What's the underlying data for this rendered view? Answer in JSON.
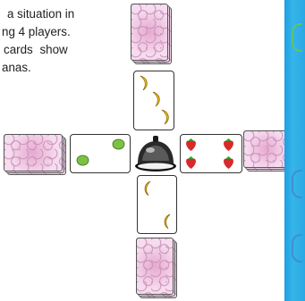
{
  "caption": {
    "line1": "a situation in",
    "line2": "ng 4 players.",
    "line3": "cards  show",
    "line4": "anas."
  },
  "colors": {
    "card_back": "#f2cfe6",
    "banana": "#f2c11b",
    "lime": "#7cc242",
    "strawberry": "#d72a2a",
    "panel": "#2aa8e4"
  },
  "icons": {
    "bell": "service-bell-icon",
    "banana": "banana-icon",
    "lime": "lime-icon",
    "strawberry": "strawberry-icon"
  },
  "face_cards": {
    "top": {
      "fruit": "banana",
      "count": 3
    },
    "left": {
      "fruit": "lime",
      "count": 2
    },
    "right": {
      "fruit": "strawberry",
      "count": 4
    },
    "bottom": {
      "fruit": "banana",
      "count": 2
    }
  }
}
